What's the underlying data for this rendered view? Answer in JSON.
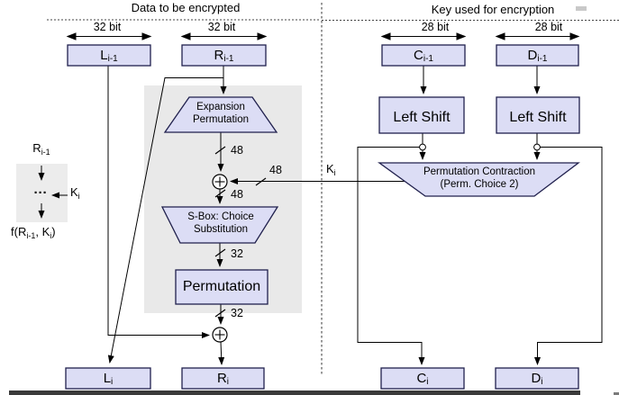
{
  "header": {
    "left": "Data to be encrypted",
    "right": "Key used for encryption"
  },
  "bus_widths": {
    "l": "32 bit",
    "r": "32 bit",
    "c": "28 bit",
    "d": "28 bit"
  },
  "registers": {
    "l_prev": {
      "base": "L",
      "sub": "i-1"
    },
    "r_prev": {
      "base": "R",
      "sub": "i-1"
    },
    "c_prev": {
      "base": "C",
      "sub": "i-1"
    },
    "d_prev": {
      "base": "D",
      "sub": "i-1"
    },
    "l_out": {
      "base": "L",
      "sub": "i"
    },
    "r_out": {
      "base": "R",
      "sub": "i"
    },
    "c_out": {
      "base": "C",
      "sub": "i"
    },
    "d_out": {
      "base": "D",
      "sub": "i"
    }
  },
  "blocks": {
    "expansion_permutation": {
      "line1": "Expansion",
      "line2": "Permutation"
    },
    "sbox": {
      "line1": "S-Box: Choice",
      "line2": "Substitution"
    },
    "permutation": {
      "label": "Permutation"
    },
    "left_shift_c": {
      "label": "Left Shift"
    },
    "left_shift_d": {
      "label": "Left Shift"
    },
    "permuted_choice": {
      "line1": "Permutation Contraction",
      "line2": "(Perm. Choice 2)"
    }
  },
  "wires": {
    "expansion_out_bits": "48",
    "subkey_bits": "48",
    "xor_out_bits": "48",
    "sbox_out_bits": "32",
    "permutation_out_bits": "32",
    "subkey": {
      "base": "K",
      "sub": "i"
    }
  },
  "legend": {
    "input": {
      "base": "R",
      "sub": "i-1"
    },
    "dots": "···",
    "key": {
      "base": "K",
      "sub": "i"
    },
    "function": {
      "p1": "f(R",
      "sub1": "i-1",
      "p2": ", K",
      "sub2": "i",
      "p3": ")"
    }
  },
  "colors": {
    "box_fill": "#dcddf5",
    "box_border": "#20204d",
    "panel_gray": "#e9e9e9",
    "line": "#000000"
  }
}
